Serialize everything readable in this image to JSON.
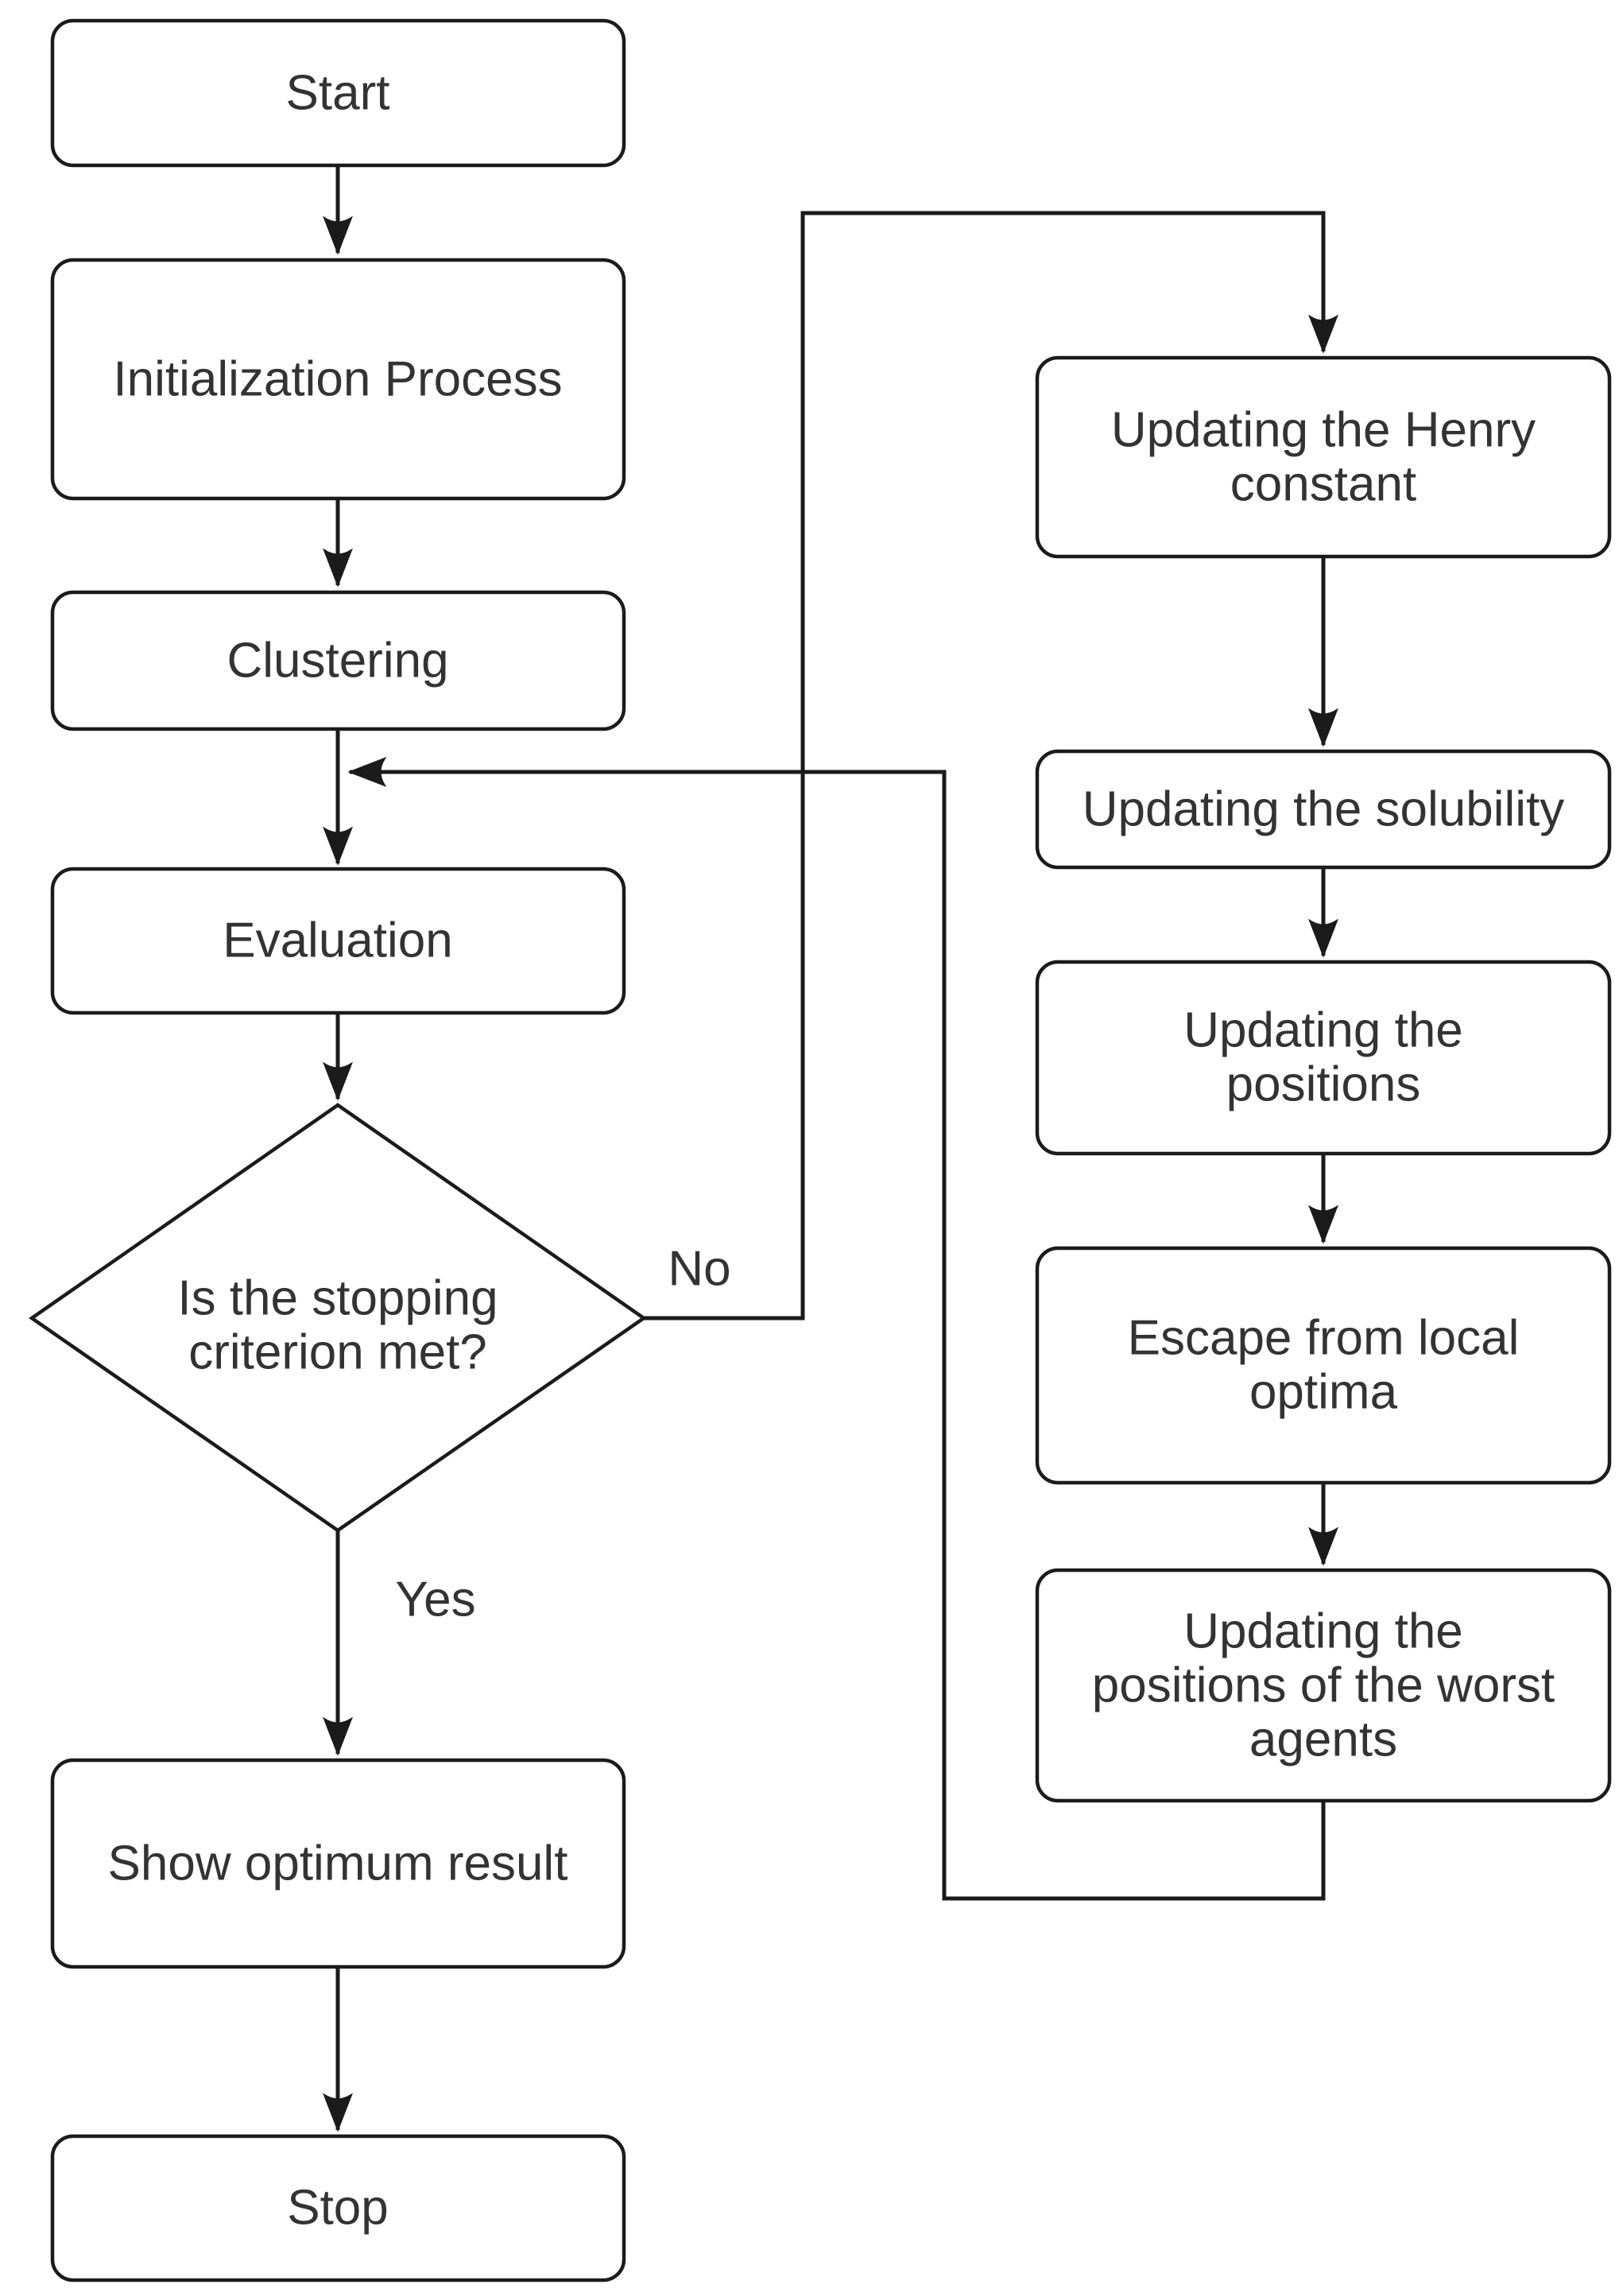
{
  "nodes": {
    "start": {
      "label": "Start"
    },
    "init": {
      "label": "Initialization Process"
    },
    "clustering": {
      "label": "Clustering"
    },
    "evaluation": {
      "label": "Evaluation"
    },
    "decision": {
      "line1": "Is the stopping",
      "line2": "criterion met?"
    },
    "show_result": {
      "label": "Show optimum result"
    },
    "stop": {
      "label": "Stop"
    },
    "henry": {
      "line1": "Updating the Henry",
      "line2": "constant"
    },
    "solubility": {
      "label": "Updating the solubility"
    },
    "positions": {
      "line1": "Updating the",
      "line2": "positions"
    },
    "escape": {
      "line1": "Escape from local",
      "line2": "optima"
    },
    "worst": {
      "line1": "Updating the",
      "line2": "positions of the worst",
      "line3": "agents"
    }
  },
  "edges": {
    "yes_label": "Yes",
    "no_label": "No"
  },
  "colors": {
    "stroke": "#1b1b1b",
    "text": "#333333",
    "background": "#ffffff"
  }
}
